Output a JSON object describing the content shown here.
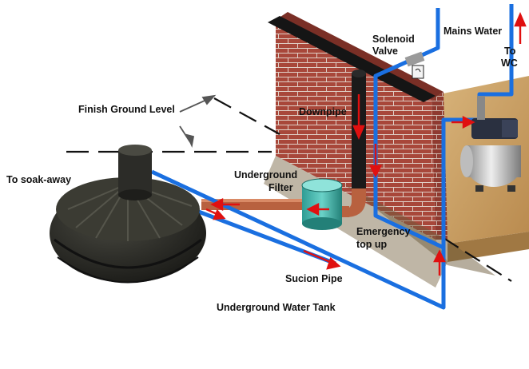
{
  "labels": {
    "finish_ground_level": "Finish Ground Level",
    "to_soak_away": "To soak-away",
    "downpipe": "Downpipe",
    "solenoid_valve_1": "Solenoid",
    "solenoid_valve_2": "Valve",
    "mains_water": "Mains Water",
    "to_wc_1": "To",
    "to_wc_2": "WC",
    "underground_filter_1": "Underground",
    "underground_filter_2": "Filter",
    "emergency_top_up_1": "Emergency",
    "emergency_top_up_2": "top up",
    "suction_pipe": "Sucion Pipe",
    "underground_water_tank": "Underground Water Tank"
  },
  "colors": {
    "water_pipe": "#1a6fe0",
    "flow_arrow": "#e01010",
    "brick": "#a8473a",
    "soil": "#c9a36a",
    "drain_pipe": "#b8613f",
    "tank": "#2b2b2b",
    "filter": "#3fb6ad"
  }
}
